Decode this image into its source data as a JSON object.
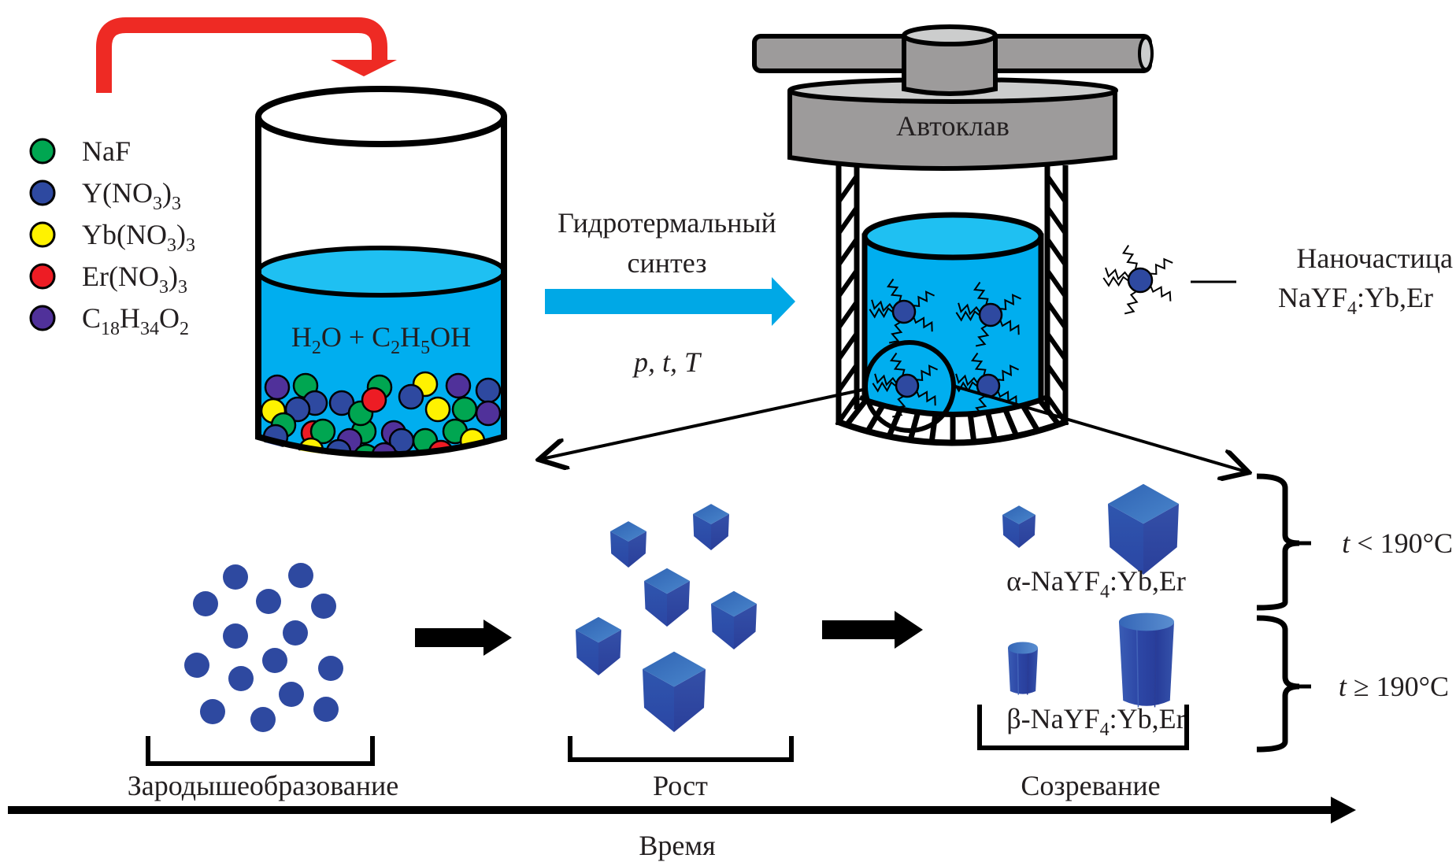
{
  "colors": {
    "NaF": "#00a651",
    "Y(NO3)3": "#2e49a0",
    "Yb(NO3)3": "#fff200",
    "Er(NO3)3": "#ed1c24",
    "C18H34O2": "#50319a",
    "water": "#00aeef",
    "water_top": "#1fc0f2",
    "autoclave_gray": "#9d9b9b",
    "autoclave_light": "#cccdcd",
    "red_arrow": "#ee2a24",
    "blue_arrow": "#00a8e6",
    "particle": "#2e49a0",
    "crystal": "#2d49a6",
    "crystal_light": "#3a6bbd"
  },
  "legend": {
    "items": [
      {
        "key": "NaF",
        "parts": [
          {
            "t": "NaF"
          }
        ]
      },
      {
        "key": "Y(NO3)3",
        "parts": [
          {
            "t": "Y(NO"
          },
          {
            "s": "3"
          },
          {
            "t": ")"
          },
          {
            "s": "3"
          }
        ]
      },
      {
        "key": "Yb(NO3)3",
        "parts": [
          {
            "t": "Yb(NO"
          },
          {
            "s": "3"
          },
          {
            "t": ")"
          },
          {
            "s": "3"
          }
        ]
      },
      {
        "key": "Er(NO3)3",
        "parts": [
          {
            "t": "Er(NO"
          },
          {
            "s": "3"
          },
          {
            "t": ")"
          },
          {
            "s": "3"
          }
        ]
      },
      {
        "key": "C18H34O2",
        "parts": [
          {
            "t": "C"
          },
          {
            "s": "18"
          },
          {
            "t": "H"
          },
          {
            "s": "34"
          },
          {
            "t": "O"
          },
          {
            "s": "2"
          }
        ]
      }
    ]
  },
  "beaker": {
    "solvent_parts": [
      {
        "t": "H"
      },
      {
        "s": "2"
      },
      {
        "t": "O + C"
      },
      {
        "s": "2"
      },
      {
        "t": "H"
      },
      {
        "s": "5"
      },
      {
        "t": "OH"
      }
    ],
    "ball_colors": [
      "C18H34O2",
      "NaF",
      "Y(NO3)3",
      "Y(NO3)3",
      "NaF",
      "Yb(NO3)3",
      "C18H34O2",
      "Y(NO3)3",
      "Yb(NO3)3",
      "Y(NO3)3",
      "Er(NO3)3",
      "NaF",
      "C18H34O2",
      "Y(NO3)3",
      "NaF",
      "Er(NO3)3",
      "NaF",
      "Yb(NO3)3",
      "NaF",
      "NaF",
      "C18H34O2",
      "Y(NO3)3",
      "C18H34O2",
      "Yb(NO3)3",
      "Y(NO3)3",
      "NaF",
      "NaF",
      "Er(NO3)3",
      "Y(NO3)3",
      "NaF",
      "Yb(NO3)3",
      "C18H34O2"
    ]
  },
  "process": {
    "title_line1": "Гидротермальный",
    "title_line2": "синтез",
    "conditions": "p, t, T"
  },
  "autoclave": {
    "label": "Автоклав"
  },
  "nanoparticle_legend": {
    "line1": "Наночастица",
    "line2_parts": [
      {
        "t": "NaYF"
      },
      {
        "s": "4"
      },
      {
        "t": ":Yb,Er"
      }
    ]
  },
  "stages": {
    "nucleation": "Зародышеобразование",
    "growth": "Рост",
    "ripening": "Созревание"
  },
  "phases": {
    "alpha_parts": [
      {
        "t": "α-NaYF"
      },
      {
        "s": "4"
      },
      {
        "t": ":Yb,Er"
      }
    ],
    "beta_parts": [
      {
        "t": "β-NaYF"
      },
      {
        "s": "4"
      },
      {
        "t": ":Yb,Er"
      }
    ],
    "alpha_condition": "t < 190°C",
    "beta_condition": "t ≥ 190°C"
  },
  "time_axis": {
    "label": "Время"
  }
}
